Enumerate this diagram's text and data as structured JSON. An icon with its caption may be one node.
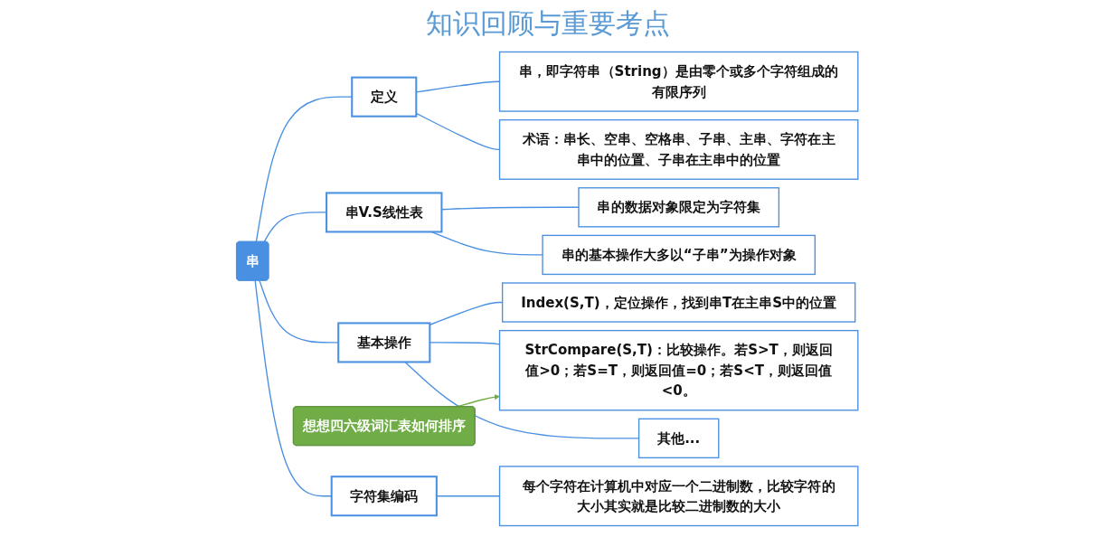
{
  "diagram": {
    "title": "知识回顾与重要考点",
    "nodes": [
      {
        "text": [
          "串"
        ]
      },
      {
        "text": [
          "定义"
        ]
      },
      {
        "text": [
          "串，即字符串（String）是由零个或多个字符组成的有限序列"
        ]
      },
      {
        "text": [
          "术语：串长、空串、空格串、子串、主串、字符在主串中的位置、子串在主串中的位置"
        ]
      },
      {
        "text": [
          "串V.S线性表"
        ]
      },
      {
        "text": [
          "串的数据对象限定为字符集"
        ]
      },
      {
        "text": [
          "串的基本操作大多以“子串”为操作对象"
        ]
      },
      {
        "text": [
          "基本操作"
        ]
      },
      {
        "text": [
          "Index(S,T)，定位操作，找到串T在主串S中的位置"
        ]
      },
      {
        "text": [
          "StrCompare(S,T)：比较操作。若S>T，则返回值>0；若S=T，则返回值=0；若S<T，则返回值<0。"
        ]
      },
      {
        "text": [
          "其他..."
        ]
      },
      {
        "text": [
          "字符集编码"
        ]
      },
      {
        "text": [
          "每个字符在计算机中对应一个二进制数，比较字符的大小其实就是比较二进制数的大小"
        ]
      },
      {
        "text": [
          "想想四六级词汇表如何排序"
        ]
      }
    ],
    "edges": [
      {
        "from": 0,
        "to": 1,
        "arrow": "none"
      },
      {
        "from": 1,
        "to": 2,
        "arrow": "none"
      },
      {
        "from": 1,
        "to": 3,
        "arrow": "none"
      },
      {
        "from": 0,
        "to": 4,
        "arrow": "none"
      },
      {
        "from": 4,
        "to": 5,
        "arrow": "none"
      },
      {
        "from": 4,
        "to": 6,
        "arrow": "none"
      },
      {
        "from": 0,
        "to": 7,
        "arrow": "none"
      },
      {
        "from": 7,
        "to": 8,
        "arrow": "none"
      },
      {
        "from": 7,
        "to": 9,
        "arrow": "none"
      },
      {
        "from": 7,
        "to": 10,
        "arrow": "none"
      },
      {
        "from": 0,
        "to": 11,
        "arrow": "none"
      },
      {
        "from": 11,
        "to": 12,
        "arrow": "none"
      },
      {
        "from": 13,
        "to": 9,
        "arrow": "to",
        "color": "#70ad47"
      }
    ]
  }
}
